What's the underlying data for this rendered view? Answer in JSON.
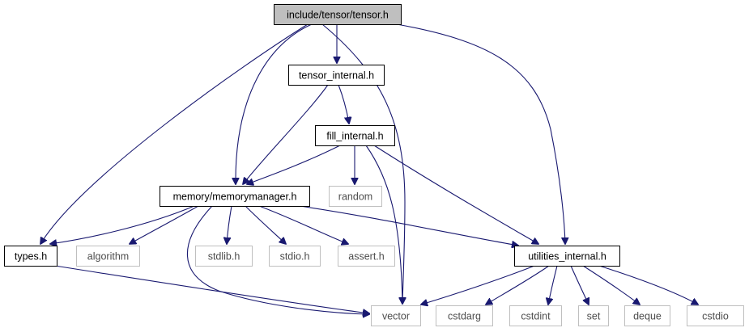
{
  "colors": {
    "edge": "#191970",
    "root_fill": "#bfbfbf",
    "node_border": "#000000",
    "ext_border": "#bfbfbf",
    "ext_text": "#4d4d4d",
    "background": "#ffffff"
  },
  "nodes": [
    {
      "id": "tensor_h",
      "label": "include/tensor/tensor.h",
      "kind": "root"
    },
    {
      "id": "tensor_internal_h",
      "label": "tensor_internal.h",
      "kind": "header"
    },
    {
      "id": "fill_internal_h",
      "label": "fill_internal.h",
      "kind": "header"
    },
    {
      "id": "memorymanager_h",
      "label": "memory/memorymanager.h",
      "kind": "header"
    },
    {
      "id": "random",
      "label": "random",
      "kind": "external"
    },
    {
      "id": "types_h",
      "label": "types.h",
      "kind": "header"
    },
    {
      "id": "algorithm",
      "label": "algorithm",
      "kind": "external"
    },
    {
      "id": "stdlib_h",
      "label": "stdlib.h",
      "kind": "external"
    },
    {
      "id": "stdio_h",
      "label": "stdio.h",
      "kind": "external"
    },
    {
      "id": "assert_h",
      "label": "assert.h",
      "kind": "external"
    },
    {
      "id": "utilities_internal_h",
      "label": "utilities_internal.h",
      "kind": "header"
    },
    {
      "id": "vector",
      "label": "vector",
      "kind": "external"
    },
    {
      "id": "cstdarg",
      "label": "cstdarg",
      "kind": "external"
    },
    {
      "id": "cstdint",
      "label": "cstdint",
      "kind": "external"
    },
    {
      "id": "set",
      "label": "set",
      "kind": "external"
    },
    {
      "id": "deque",
      "label": "deque",
      "kind": "external"
    },
    {
      "id": "cstdio",
      "label": "cstdio",
      "kind": "external"
    }
  ],
  "edges": [
    {
      "from": "tensor_h",
      "to": "tensor_internal_h"
    },
    {
      "from": "tensor_h",
      "to": "memorymanager_h"
    },
    {
      "from": "tensor_h",
      "to": "types_h"
    },
    {
      "from": "tensor_h",
      "to": "vector"
    },
    {
      "from": "tensor_h",
      "to": "utilities_internal_h"
    },
    {
      "from": "tensor_internal_h",
      "to": "fill_internal_h"
    },
    {
      "from": "tensor_internal_h",
      "to": "memorymanager_h"
    },
    {
      "from": "fill_internal_h",
      "to": "memorymanager_h"
    },
    {
      "from": "fill_internal_h",
      "to": "random"
    },
    {
      "from": "fill_internal_h",
      "to": "vector"
    },
    {
      "from": "fill_internal_h",
      "to": "utilities_internal_h"
    },
    {
      "from": "memorymanager_h",
      "to": "types_h"
    },
    {
      "from": "memorymanager_h",
      "to": "algorithm"
    },
    {
      "from": "memorymanager_h",
      "to": "stdlib_h"
    },
    {
      "from": "memorymanager_h",
      "to": "stdio_h"
    },
    {
      "from": "memorymanager_h",
      "to": "assert_h"
    },
    {
      "from": "memorymanager_h",
      "to": "utilities_internal_h"
    },
    {
      "from": "memorymanager_h",
      "to": "vector"
    },
    {
      "from": "types_h",
      "to": "vector"
    },
    {
      "from": "utilities_internal_h",
      "to": "vector"
    },
    {
      "from": "utilities_internal_h",
      "to": "cstdarg"
    },
    {
      "from": "utilities_internal_h",
      "to": "cstdint"
    },
    {
      "from": "utilities_internal_h",
      "to": "set"
    },
    {
      "from": "utilities_internal_h",
      "to": "deque"
    },
    {
      "from": "utilities_internal_h",
      "to": "cstdio"
    }
  ]
}
